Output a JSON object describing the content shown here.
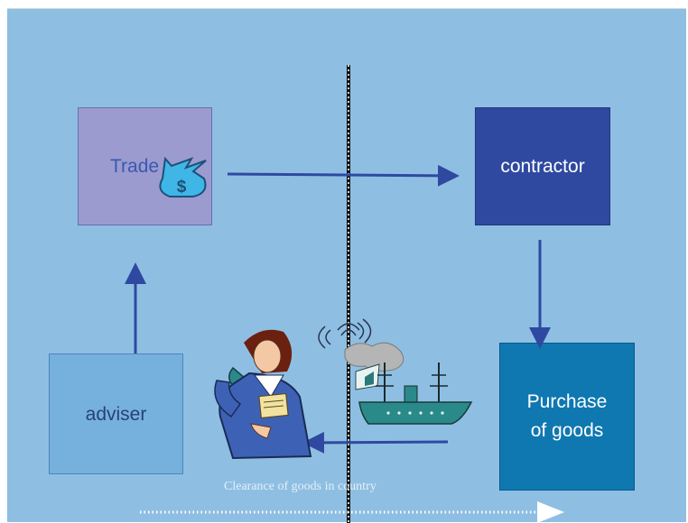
{
  "nodes": {
    "trade": "Trade",
    "contractor": "contractor",
    "adviser": "adviser",
    "purchase": "Purchase\nof goods"
  },
  "caption": "Clearance of goods in country",
  "colors": {
    "background": "#8ebfe3",
    "trade_box": "#9b9bd0",
    "contractor_box": "#2f49a0",
    "adviser_box": "#76b1de",
    "purchase_box": "#0f78b0",
    "arrows": "#2f49a0"
  },
  "icons": [
    "money-bag-icon",
    "woman-on-phone-icon",
    "ship-icon",
    "phone-signal-icon"
  ]
}
